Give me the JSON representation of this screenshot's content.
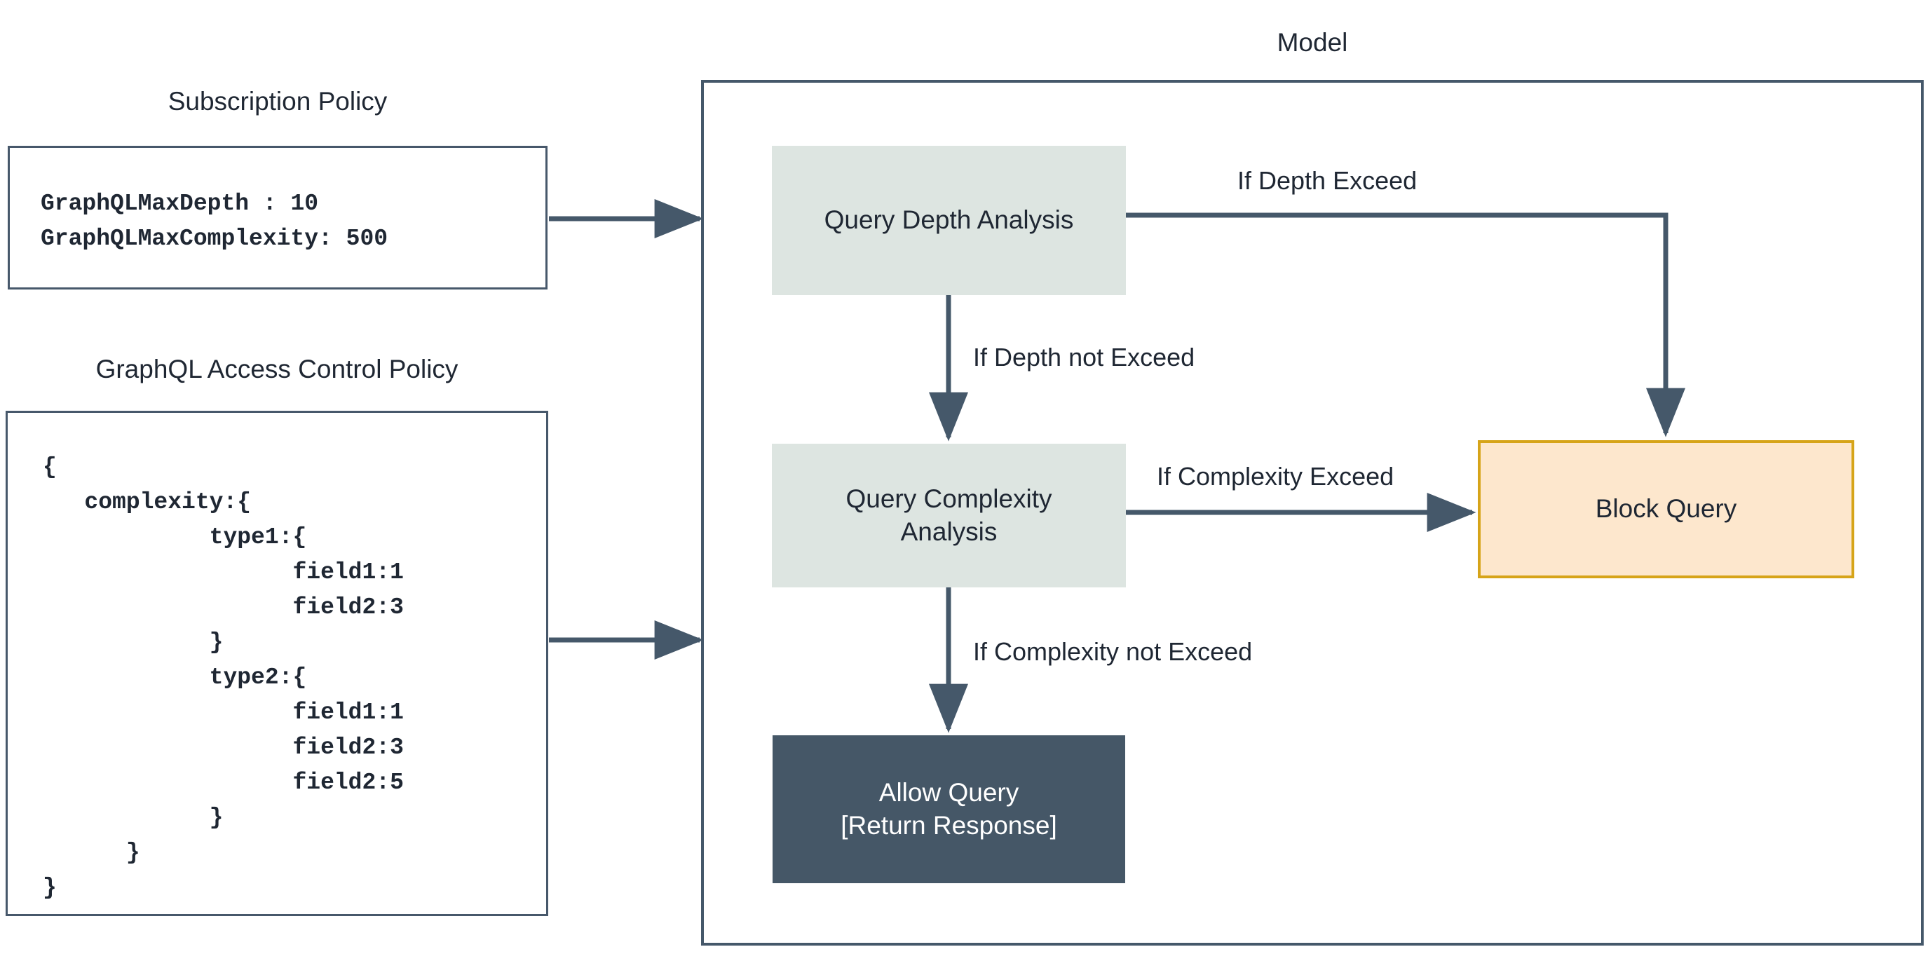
{
  "colors": {
    "slate_border": "#47586b",
    "process_fill": "#dde5e1",
    "block_fill": "#fde7cd",
    "block_border": "#d6a419",
    "allow_fill": "#455767",
    "arrow": "#45586a",
    "text": "#1f2733",
    "page_background": "#ffffff"
  },
  "left_panel": {
    "subscription_policy": {
      "caption": "Subscription Policy",
      "code": "GraphQLMaxDepth : 10\nGraphQLMaxComplexity: 500",
      "lines": [
        "GraphQLMaxDepth : 10",
        "GraphQLMaxComplexity: 500"
      ],
      "settings": [
        {
          "key": "GraphQLMaxDepth",
          "value": "10"
        },
        {
          "key": "GraphQLMaxComplexity",
          "value": "500"
        }
      ]
    },
    "access_control_policy": {
      "caption": "GraphQL Access Control Policy",
      "code": "{\n   complexity:{\n            type1:{\n                  field1:1\n                  field2:3\n            }\n            type2:{\n                  field1:1\n                  field2:3\n                  field2:5\n            }\n      }\n}",
      "lines": [
        "{",
        "   complexity:{",
        "            type1:{",
        "                  field1:1",
        "                  field2:3",
        "            }",
        "            type2:{",
        "                  field1:1",
        "                  field2:3",
        "                  field2:5",
        "            }",
        "      }",
        "}"
      ]
    }
  },
  "model": {
    "title": "Model",
    "nodes": [
      {
        "id": "query-depth-analysis",
        "label": "Query Depth Analysis",
        "style": "process"
      },
      {
        "id": "query-complexity-analysis",
        "label": "Query Complexity\nAnalysis",
        "label_line1": "Query Complexity",
        "label_line2": "Analysis",
        "style": "process"
      },
      {
        "id": "block-query",
        "label": "Block Query",
        "style": "block"
      },
      {
        "id": "allow-query",
        "label": "Allow Query\n[Return Response]",
        "label_line1": "Allow Query",
        "label_line2": "[Return Response]",
        "style": "allow"
      }
    ],
    "edges": [
      {
        "id": "depth-exceed",
        "label": "If Depth Exceed",
        "from": "query-depth-analysis",
        "to": "block-query"
      },
      {
        "id": "depth-not-exceed",
        "label": "If Depth not Exceed",
        "from": "query-depth-analysis",
        "to": "query-complexity-analysis"
      },
      {
        "id": "complexity-exceed",
        "label": "If Complexity Exceed",
        "from": "query-complexity-analysis",
        "to": "block-query"
      },
      {
        "id": "complexity-not-exceed",
        "label": "If Complexity not Exceed",
        "from": "query-complexity-analysis",
        "to": "allow-query"
      },
      {
        "id": "subscription-policy-to-model",
        "label": "",
        "from": "subscription-policy",
        "to": "model"
      },
      {
        "id": "access-control-policy-to-model",
        "label": "",
        "from": "access-control-policy",
        "to": "model"
      }
    ]
  }
}
